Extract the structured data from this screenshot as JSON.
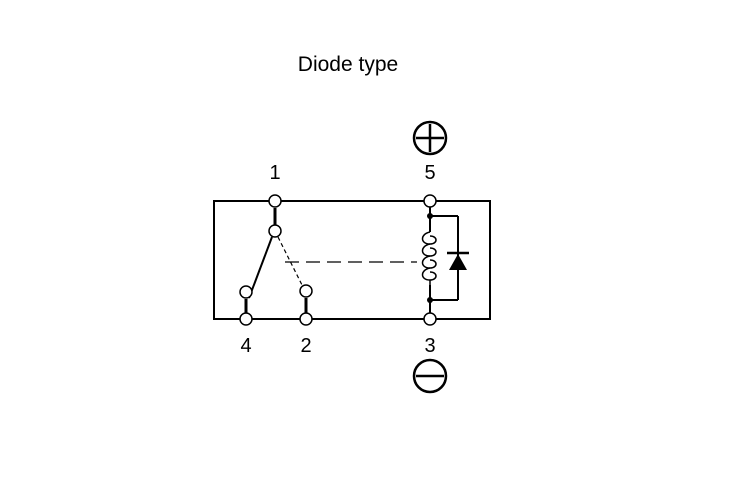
{
  "title": "Diode type",
  "terminals": {
    "t1": "1",
    "t2": "2",
    "t3": "3",
    "t4": "4",
    "t5": "5"
  },
  "polarity": {
    "positive": "plus-icon",
    "negative": "minus-icon"
  },
  "colors": {
    "line": "#000000",
    "background": "#ffffff"
  }
}
